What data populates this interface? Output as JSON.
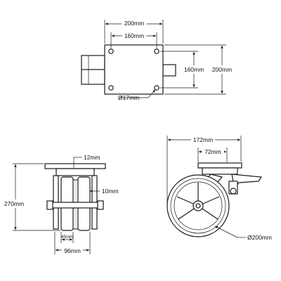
{
  "top_view": {
    "plate_width_outer": "200mm",
    "bolt_spacing_x": "160mm",
    "bolt_spacing_y": "160mm",
    "plate_height_outer": "200mm",
    "hole_diameter": "Ø17mm"
  },
  "front_view": {
    "axle_boss": "12mm",
    "wheel_offset": "10mm",
    "total_height": "270mm",
    "tread_width": "45mm",
    "overall_width": "96mm"
  },
  "side_view": {
    "swivel_offset": "172mm",
    "kingpin_offset": "72mm",
    "wheel_diameter": "Ø200mm"
  }
}
